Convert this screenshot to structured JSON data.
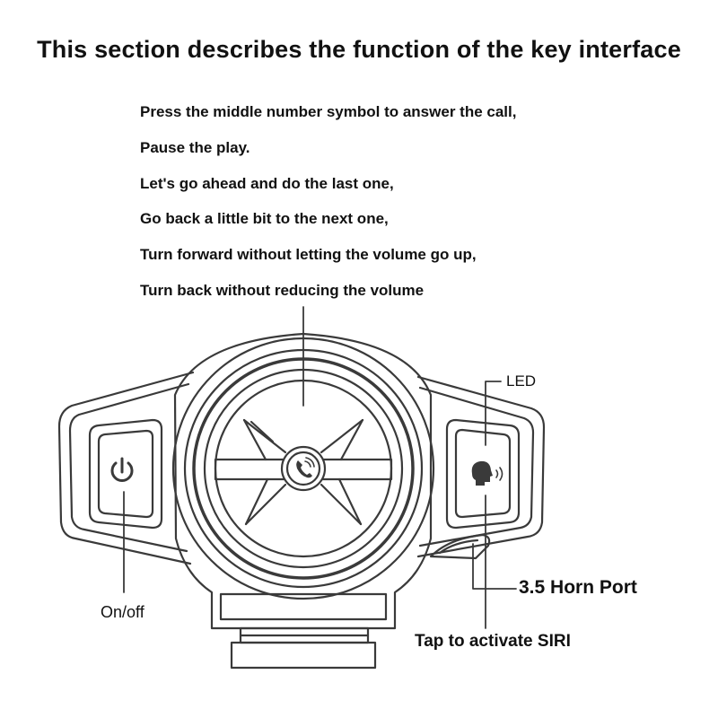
{
  "title": "This section describes the function of the key interface",
  "descriptions": [
    "Press the middle number symbol to answer the call,",
    "Pause the play.",
    "Let's go ahead and do the last one,",
    "Go back a little bit to the next one,",
    "Turn forward without letting the volume go up,",
    "Turn back without reducing the volume"
  ],
  "labels": {
    "led": "LED",
    "on_off": "On/off",
    "horn_port": "3.5 Horn Port",
    "siri": "Tap to activate SIRI"
  },
  "icons": {
    "power": "power-icon",
    "center": "phone-call-icon",
    "voice": "voice-assistant-icon"
  },
  "colors": {
    "line": "#3a3a3a",
    "text": "#111111"
  }
}
